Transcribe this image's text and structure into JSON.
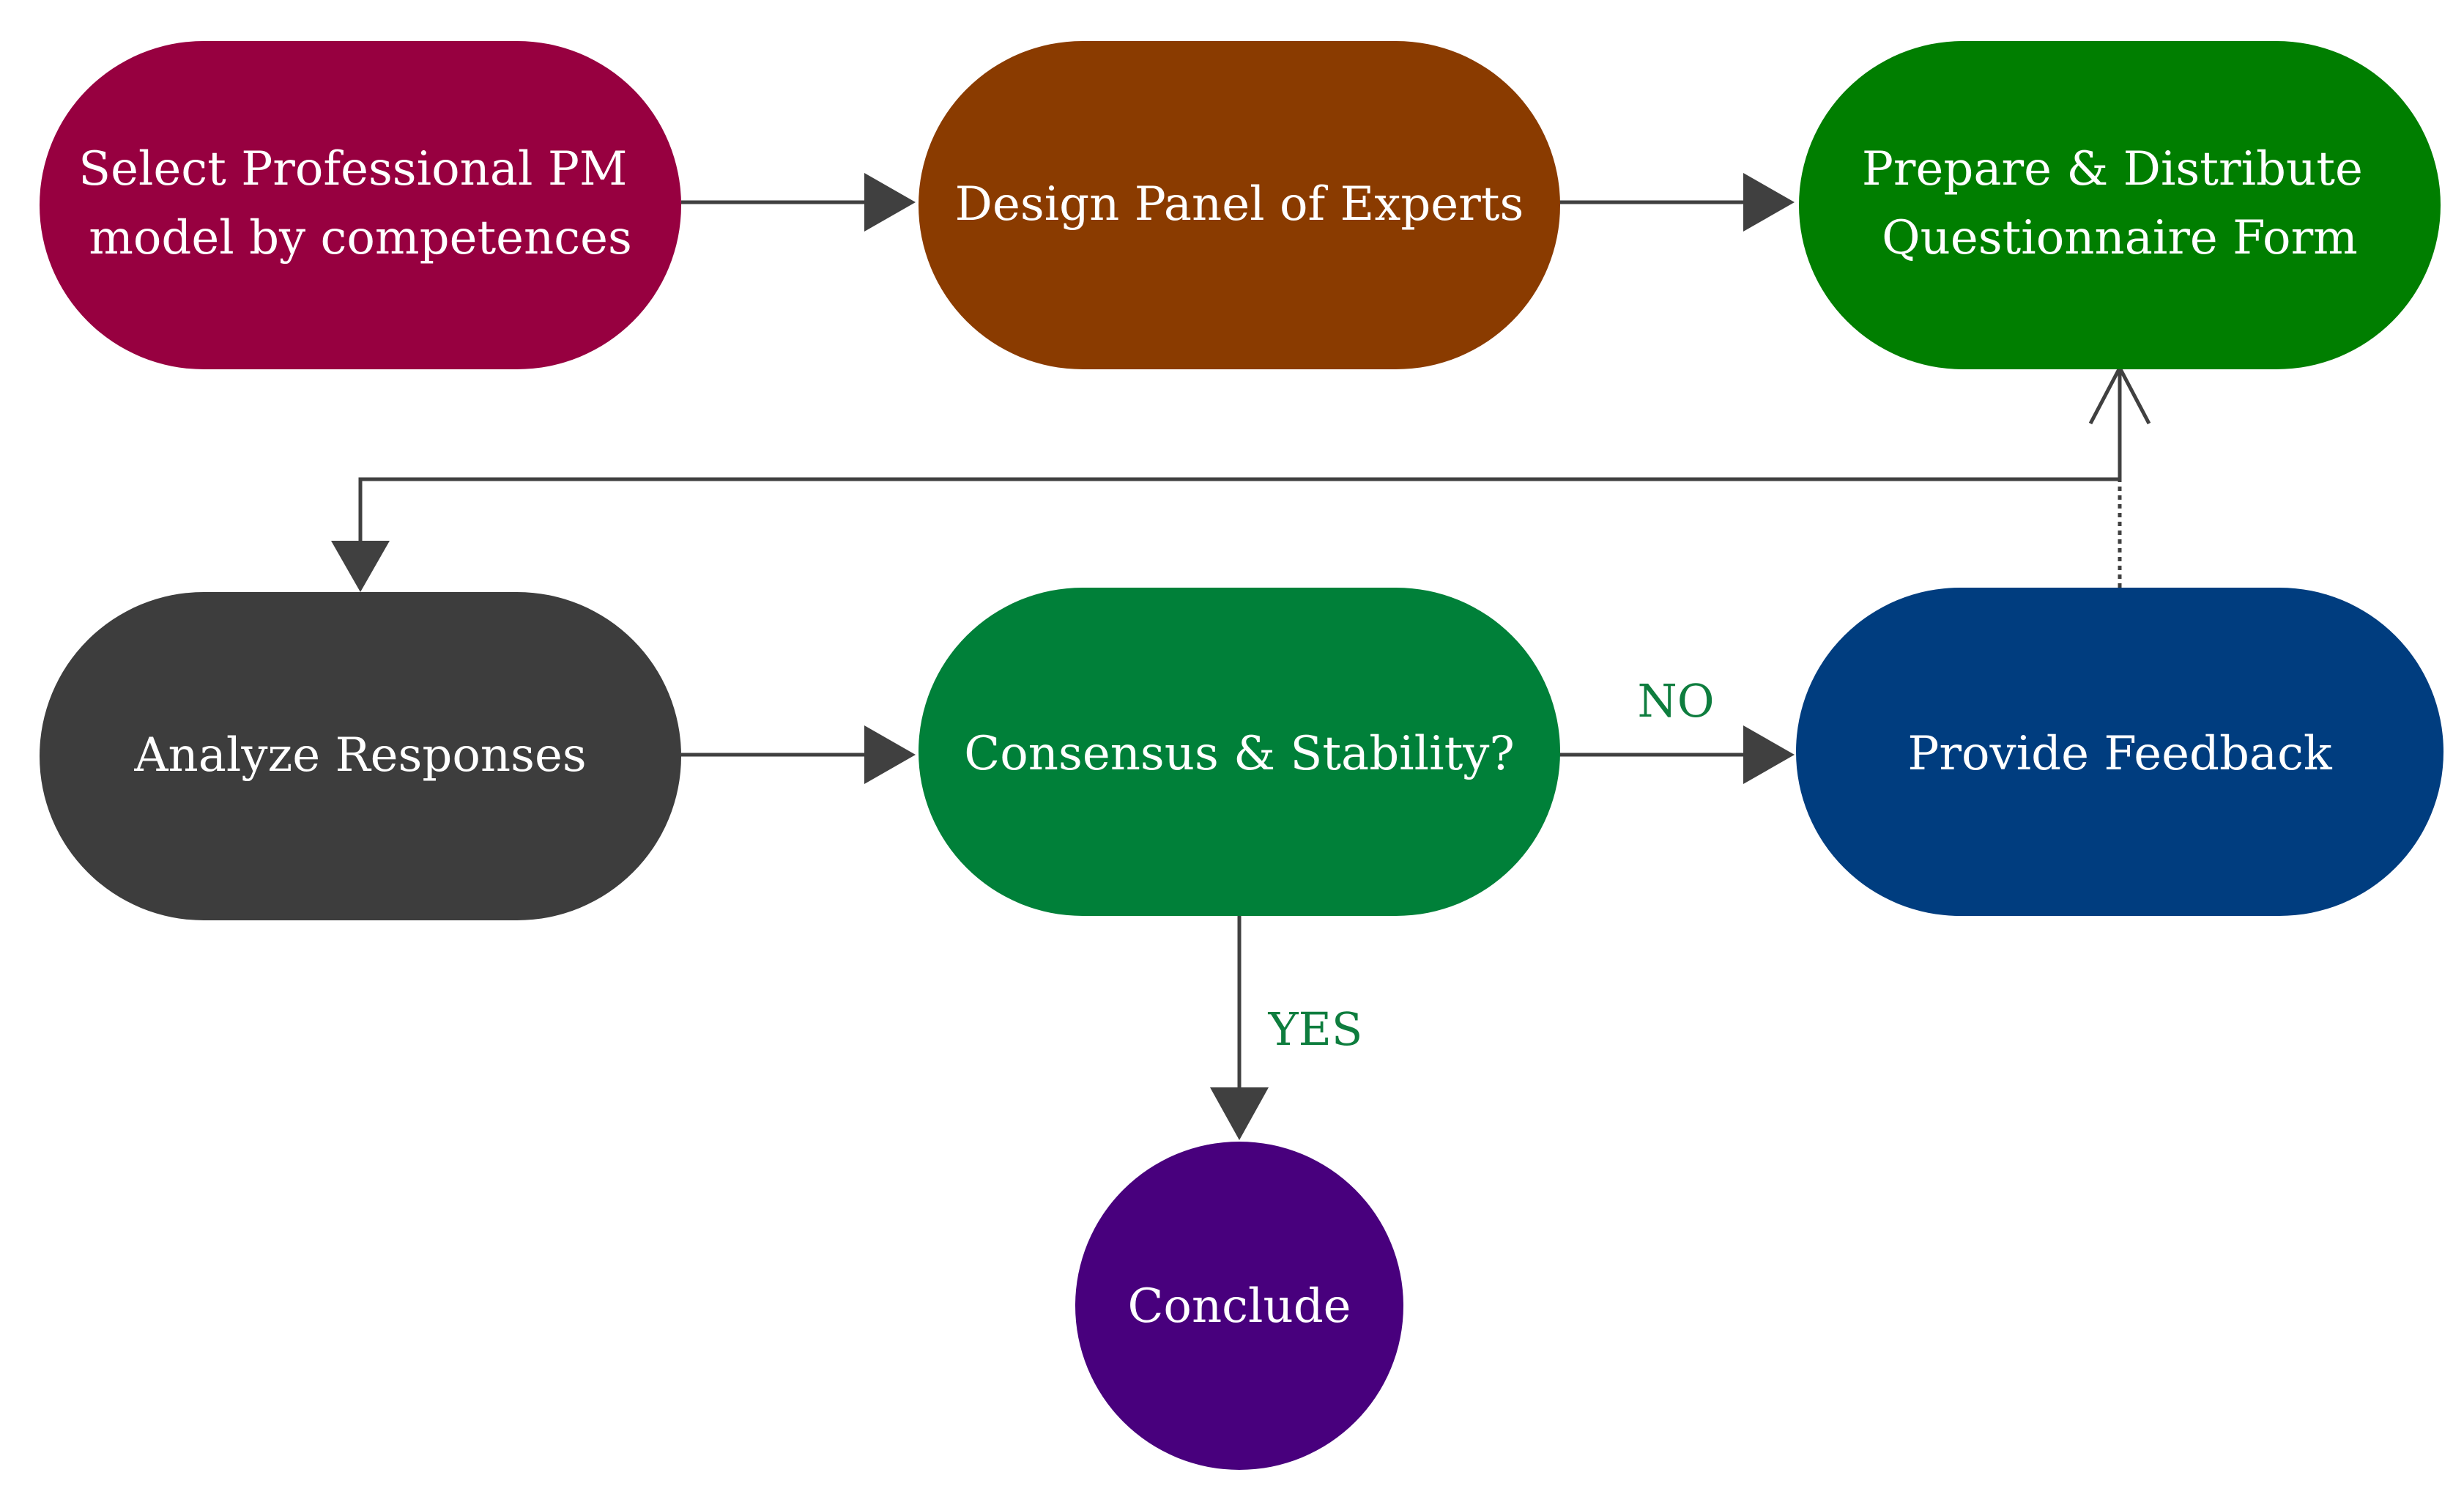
{
  "colors": {
    "edge": "#404040",
    "edge_label": "#0e7d3e",
    "node_text": "#ffffff"
  },
  "nodes": {
    "select_model": {
      "line1": "Select Professional PM",
      "line2": "model by competences",
      "color": "#970040"
    },
    "design_panel": {
      "label": "Design Panel of Experts",
      "color": "#8a3b00"
    },
    "prepare_distribute": {
      "line1": "Prepare & Distribute",
      "line2": "Questionnaire Form",
      "color": "#007e00"
    },
    "analyze_responses": {
      "label": "Analyze Responses",
      "color": "#3d3d3d"
    },
    "consensus": {
      "label": "Consensus & Stability?",
      "color": "#008039"
    },
    "provide_feedback": {
      "label": "Provide Feedback",
      "color": "#003d7f"
    },
    "conclude": {
      "label": "Conclude",
      "color": "#48007d"
    }
  },
  "edges": {
    "no_label": "NO",
    "yes_label": "YES"
  }
}
